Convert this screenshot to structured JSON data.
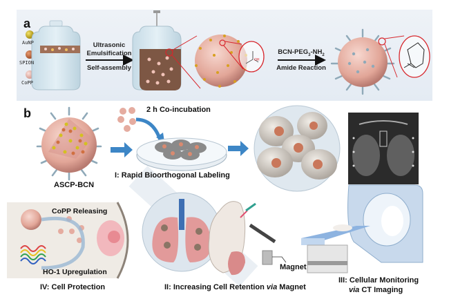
{
  "panel_a": {
    "letter": "a",
    "legend": [
      {
        "label": "AuNP",
        "color": "#c8b320"
      },
      {
        "label": "SPION",
        "color": "#c86a3c"
      },
      {
        "label": "CoPP",
        "color": "#e8b4ac"
      }
    ],
    "step1": {
      "line1": "Ultrasonic",
      "line2": "Emulsification",
      "line3": "Self-assembly"
    },
    "step2": {
      "line1": "BCN-PEG",
      "sub1": "3",
      "line1b": "-NH",
      "sub2": "2",
      "line2": "Amide Reaction"
    },
    "zoom_inset_label": "OH"
  },
  "panel_b": {
    "letter": "b",
    "particle_label": "ASCP-BCN",
    "coincubation": "2 h Co-incubation",
    "step_I": "I: Rapid Bioorthogonal Labeling",
    "step_II_prefix": "II: Increasing Cell Retention ",
    "step_II_italic": "via",
    "step_II_suffix": " Magnet",
    "step_III_line1": "III: Cellular Monitoring",
    "step_III_italic": "via",
    "step_III_line2": " CT Imaging",
    "step_IV": "IV: Cell Protection",
    "copp_releasing": "CoPP Releasing",
    "ho1_upregulation": "HO-1 Upregulation",
    "magnet_label": "Magnet"
  },
  "colors": {
    "particle": "#e9b1a6",
    "arrow_blue": "#3d86c6",
    "zoom_red": "#d7262c",
    "bcn_spike": "#8fa9b8",
    "lung": "#e29a9a",
    "trachea": "#3e6fb3"
  }
}
